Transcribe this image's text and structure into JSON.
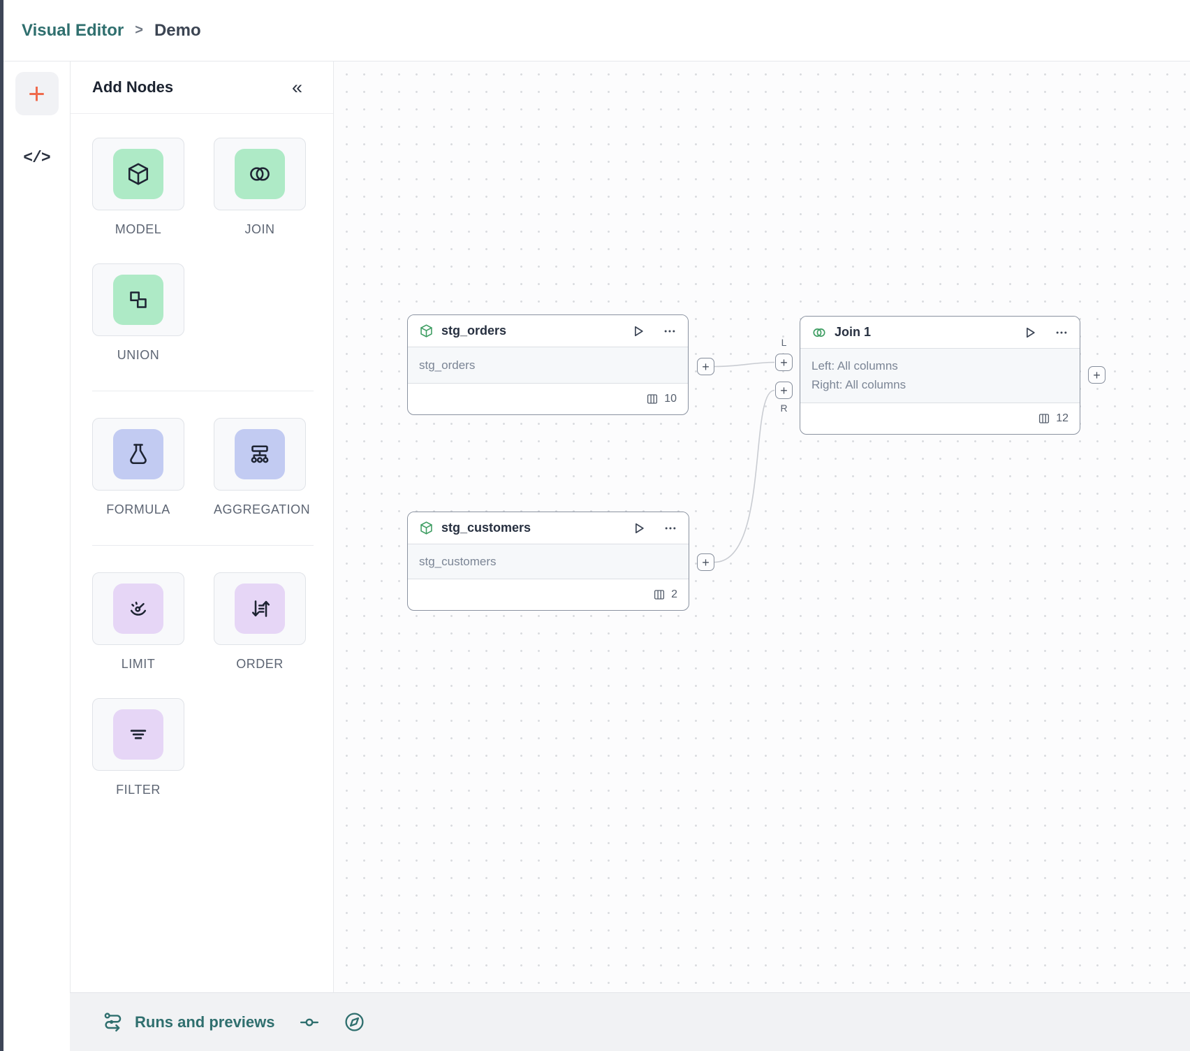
{
  "colors": {
    "accent_teal": "#2f6f6e",
    "accent_orange": "#ef6a4c",
    "tile_green": "#aeeac6",
    "tile_blue": "#c2cbf2",
    "tile_purple": "#e6d6f6",
    "node_icon_green": "#3f9e63",
    "edge_grey": "#c9ccd2",
    "window_edge": "#3e4657"
  },
  "header": {
    "breadcrumb": {
      "root": "Visual Editor",
      "separator": ">",
      "current": "Demo"
    }
  },
  "rail": {
    "add_button_label": "+",
    "code_glyph": "</>"
  },
  "panel": {
    "title": "Add Nodes",
    "collapse_glyph": "«",
    "groups": [
      {
        "items": [
          {
            "label": "MODEL",
            "icon": "cube-icon",
            "tint": "green"
          },
          {
            "label": "JOIN",
            "icon": "join-circles-icon",
            "tint": "green"
          },
          {
            "label": "UNION",
            "icon": "union-squares-icon",
            "tint": "green"
          }
        ]
      },
      {
        "items": [
          {
            "label": "FORMULA",
            "icon": "flask-icon",
            "tint": "blue"
          },
          {
            "label": "AGGREGATION",
            "icon": "hierarchy-icon",
            "tint": "blue"
          }
        ]
      },
      {
        "items": [
          {
            "label": "LIMIT",
            "icon": "gauge-icon",
            "tint": "purple"
          },
          {
            "label": "ORDER",
            "icon": "sort-icon",
            "tint": "purple"
          },
          {
            "label": "FILTER",
            "icon": "filter-lines-icon",
            "tint": "purple"
          }
        ]
      }
    ]
  },
  "canvas": {
    "plus_label": "+",
    "port_labels": {
      "left": "L",
      "right": "R"
    },
    "nodes": [
      {
        "title": "stg_orders",
        "type": "model",
        "body": "stg_orders",
        "column_count": "10"
      },
      {
        "title": "Join 1",
        "type": "join",
        "body_lines": [
          "Left: All columns",
          "Right: All columns"
        ],
        "column_count": "12"
      },
      {
        "title": "stg_customers",
        "type": "model",
        "body": "stg_customers",
        "column_count": "2"
      }
    ]
  },
  "bottombar": {
    "runs_label": "Runs and previews"
  }
}
